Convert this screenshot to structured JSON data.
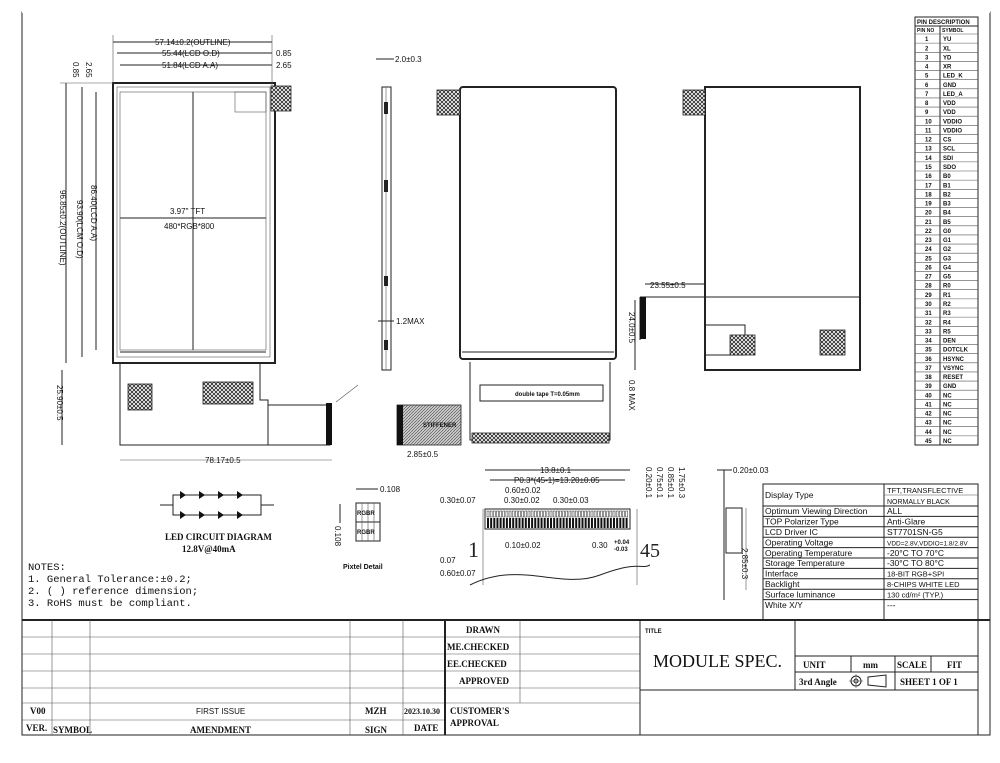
{
  "front_view": {
    "outline_width": "57.14±0.2(OUTLINE)",
    "lcd_od_width": "55.44(LCD O.D)",
    "lcd_aa_width": "51.84(LCD A.A)",
    "right_gap_1": "0.85",
    "right_gap_2": "2.65",
    "top_gap_1": "0.85",
    "top_gap_2": "2.65",
    "outline_height": "96.85±0.2(OUTLINE)",
    "lcm_od_height": "93.90(LCM O.D)",
    "lcd_aa_height": "86.40(LCD A.A)",
    "size_label": "3.97\" TFT",
    "resolution": "480*RGB*800",
    "fpc_length": "25.90±0.5",
    "total_width": "78.17±0.5"
  },
  "side_view": {
    "thickness": "2.0±0.3",
    "fpc_thickness": "1.2MAX"
  },
  "back_view": {
    "tape_label": "double tape T=0.05mm",
    "stiffener_offset": "2.85±0.5",
    "stiffener_label": "STIFFENER"
  },
  "right_view": {
    "width": "23.55±0.5",
    "height": "24.0±0.5",
    "max": "0.8 MAX"
  },
  "led_circuit": {
    "title": "LED CIRCUIT DIAGRAM",
    "rating": "12.8V@40mA"
  },
  "pixel_detail": {
    "title": "Pixtel Detail",
    "pitch_x": "0.108",
    "pitch_y": "0.108",
    "row": "RGBR"
  },
  "pin_detail": {
    "total": "13.8±0.1",
    "pitch": "P0.3*(45-1)=13.20±0.05",
    "d1": "0.60±0.02",
    "d2": "0.30±0.07",
    "d3": "0.30±0.02",
    "d4": "0.30±0.03",
    "d5": "0.10±0.02",
    "d6": "0.30",
    "d6_plus": "+0.04",
    "d6_minus": "-0.03",
    "d7": "0.07",
    "d8": "0.60±0.07",
    "v1": "0.20±0.1",
    "v2": "0.75±0.1",
    "v3": "0.85±0.1",
    "v4": "1.75±0.3",
    "pin_first": "1",
    "pin_last": "45",
    "edge_thickness": "0.20±0.03",
    "edge_length": "2.85±0.3"
  },
  "notes": {
    "title": "NOTES:",
    "items": [
      "1. General Tolerance:±0.2;",
      "2. ( ) reference dimension;",
      "3. RoHS must be compliant."
    ]
  },
  "pin_table": {
    "title": "PIN DESCRIPTION",
    "headers": [
      "PIN NO",
      "SYMBOL"
    ],
    "symbols": [
      "YU",
      "XL",
      "YD",
      "XR",
      "LED_K",
      "GND",
      "LED_A",
      "VDD",
      "VDD",
      "VDDIO",
      "VDDIO",
      "CS",
      "SCL",
      "SDI",
      "SDO",
      "B0",
      "B1",
      "B2",
      "B3",
      "B4",
      "B5",
      "G0",
      "G1",
      "G2",
      "G3",
      "G4",
      "G5",
      "R0",
      "R1",
      "R2",
      "R3",
      "R4",
      "R5",
      "DEN",
      "DOTCLK",
      "HSYNC",
      "VSYNC",
      "RESET",
      "GND",
      "NC",
      "NC",
      "NC",
      "NC",
      "NC",
      "NC"
    ]
  },
  "spec_table": [
    {
      "label": "Display Type",
      "value": "TFT,TRANSFLECTIVE",
      "value2": "NORMALLY BLACK"
    },
    {
      "label": "Optimum Viewing Direction",
      "value": "ALL"
    },
    {
      "label": "TOP Polarizer Type",
      "value": "Anti-Glare"
    },
    {
      "label": "LCD Driver IC",
      "value": "ST7701SN-G5"
    },
    {
      "label": "Operating Voltage",
      "value": "VDD=2.8V,VDDIO=1.8/2.8V"
    },
    {
      "label": "Operating Temperature",
      "value": "-20°C TO 70°C"
    },
    {
      "label": "Storage Temperature",
      "value": "-30°C TO 80°C"
    },
    {
      "label": "Interface",
      "value": "18-BIT RGB+SPI"
    },
    {
      "label": "Backlight",
      "value": "8-CHIPS WHITE LED"
    },
    {
      "label": "Surface luminance",
      "value": "130 cd/m² (TYP.)"
    },
    {
      "label": "White X/Y",
      "value": "---"
    }
  ],
  "revision_block": {
    "version": "V00",
    "amendment": "FIRST ISSUE",
    "sign": "MZH",
    "date": "2023.10.30",
    "headers": {
      "ver": "VER.",
      "symbol": "SYMBOL",
      "amendment": "AMENDMENT",
      "sign": "SIGN",
      "date": "DATE"
    }
  },
  "approval_block": {
    "drawn": "DRAWN",
    "me_checked": "ME.CHECKED",
    "ee_checked": "EE.CHECKED",
    "approved": "APPROVED",
    "customer_approval_1": "CUSTOMER'S",
    "customer_approval_2": "APPROVAL"
  },
  "title_block": {
    "title_label": "TITLE",
    "title": "MODULE SPEC.",
    "unit_label": "UNIT",
    "unit": "mm",
    "scale_label": "SCALE",
    "scale": "FIT",
    "projection": "3rd Angle",
    "sheet": "SHEET 1 OF 1"
  }
}
